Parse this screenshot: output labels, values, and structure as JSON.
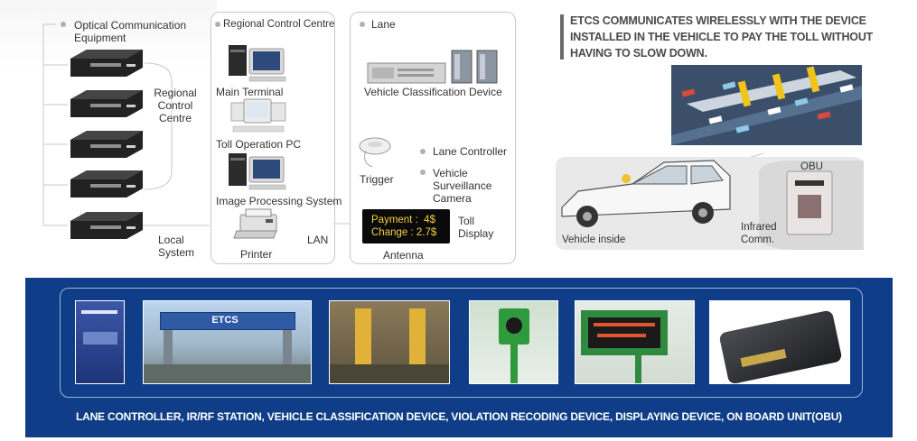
{
  "headline": {
    "lines": [
      "ETCS COMMUNICATES WIRELESSLY WITH THE DEVICE",
      "INSTALLED IN THE VEHICLE TO PAY THE TOLL WITHOUT",
      "HAVING TO SLOW DOWN."
    ]
  },
  "left_group": {
    "title_lines": [
      "Optical Communication",
      "Equipment"
    ],
    "regional_lines": [
      "Regional",
      "Control",
      "Centre"
    ],
    "local_lines": [
      "Local",
      "System"
    ],
    "unit_count": 5
  },
  "regional_centre": {
    "title": "Regional Control Centre",
    "items": [
      {
        "label": "Main Terminal",
        "icon": "desktop-computer-icon"
      },
      {
        "label": "Toll Operation PC",
        "icon": "desktop-computer-icon"
      },
      {
        "label": "Image Processing System",
        "icon": "desktop-computer-icon"
      },
      {
        "label": "Printer",
        "icon": "printer-icon"
      }
    ],
    "lan_label": "LAN"
  },
  "lane": {
    "title": "Lane",
    "vehicle_classification": "Vehicle Classification Device",
    "lane_controller": "Lane Controller",
    "trigger": "Trigger",
    "camera_lines": [
      "Vehicle",
      "Surveillance",
      "Camera"
    ],
    "toll_display_lines": [
      "Toll",
      "Display"
    ],
    "antenna": "Antenna",
    "display_screen": {
      "payment_label": "Payment :",
      "payment_value": "4$",
      "change_label": "Change :",
      "change_value": "2.7$"
    }
  },
  "vehicle_diagram": {
    "obu_label": "OBU",
    "vehicle_label": "Vehicle inside",
    "infrared_lines": [
      "Infrared",
      "Comm."
    ]
  },
  "bottom": {
    "caption": "LANE CONTROLLER, IR/RF STATION, VEHICLE CLASSIFICATION DEVICE, VIOLATION RECODING DEVICE, DISPLAYING DEVICE, ON BOARD UNIT(OBU)",
    "gantry_sign": "ETCS",
    "photos": [
      "lane-controller-cabinet-photo",
      "ir-rf-station-gantry-photo",
      "vehicle-classification-device-photo",
      "violation-recording-camera-photo",
      "display-sign-photo",
      "on-board-unit-photo"
    ]
  },
  "colors": {
    "band_blue": "#0f3d87",
    "display_yellow": "#f4d03f",
    "line_gray": "#c8c8c8"
  }
}
